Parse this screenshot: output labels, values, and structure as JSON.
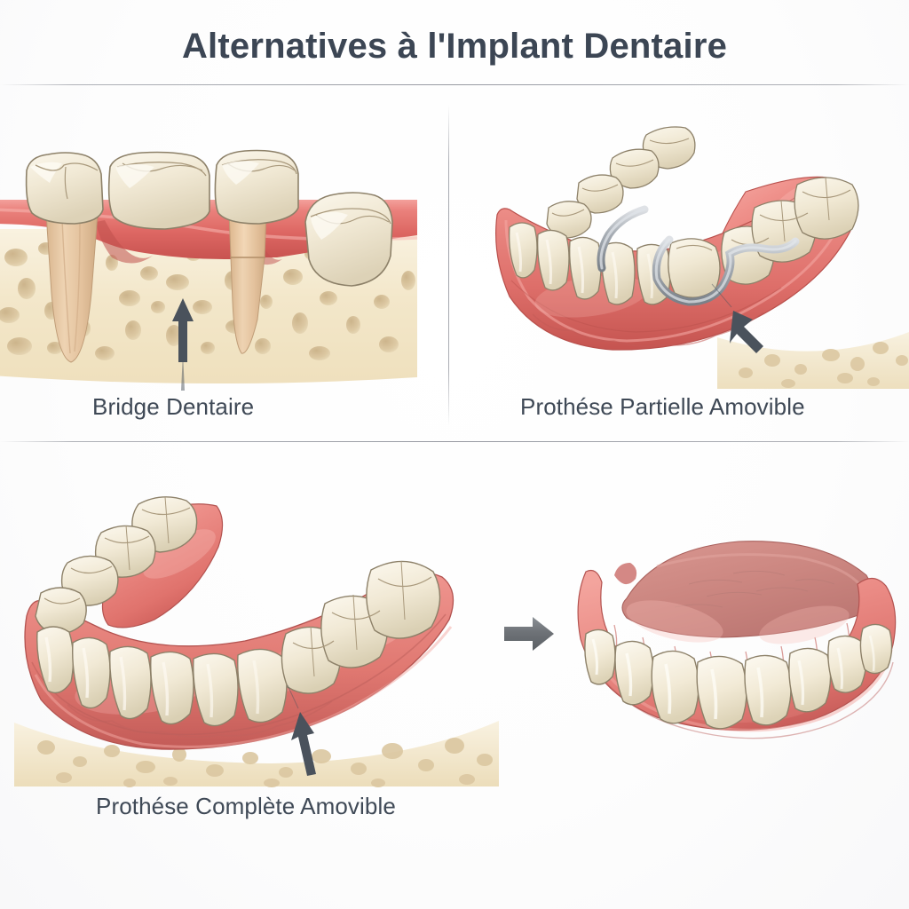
{
  "header": {
    "title": "Alternatives à l'Implant Dentaire"
  },
  "panels": [
    {
      "id": "bridge",
      "caption": "Bridge Dentaire",
      "illustration": "dental-bridge-cross-section",
      "elements": [
        "crown",
        "pontic",
        "abutment-tooth",
        "gum",
        "jaw-bone",
        "tooth-root",
        "bone-loss-arrow"
      ]
    },
    {
      "id": "partial",
      "caption": "Prothése Partielle Amovible",
      "illustration": "removable-partial-denture",
      "elements": [
        "acrylic-base",
        "denture-teeth",
        "metal-clasp",
        "gum",
        "jaw-bone",
        "bone-loss-arrow"
      ]
    },
    {
      "id": "complete",
      "caption": "Prothése Complète Amovible",
      "illustration": "lower-complete-denture",
      "elements": [
        "acrylic-base",
        "denture-teeth",
        "gum",
        "jaw-bone",
        "bone-loss-arrow"
      ]
    },
    {
      "id": "upper",
      "caption": "",
      "illustration": "upper-complete-denture",
      "elements": [
        "palate",
        "acrylic-base",
        "denture-teeth"
      ]
    }
  ],
  "arrows": {
    "bridge_pointer": "up",
    "partial_pointer": "up-left",
    "complete_pointer": "up",
    "flow_arrow": "right"
  },
  "colors": {
    "title_text": "#3c4654",
    "caption_text": "#3f4956",
    "background": "#ffffff",
    "divider": "#9a9da5",
    "gum_light": "#f0908c",
    "gum_mid": "#e4716d",
    "gum_dark": "#c9514e",
    "gum_shadow": "#a84745",
    "tooth_light": "#f7f1e2",
    "tooth_mid": "#eae0c9",
    "tooth_shadow": "#d5c8ab",
    "tooth_outline": "#8d8169",
    "bone_light": "#f7efda",
    "bone_mid": "#efe2c4",
    "bone_hole": "#dcc8a2",
    "root_light": "#e8cdae",
    "root_mid": "#d7b48f",
    "metal_light": "#c9ccd1",
    "metal_mid": "#9aa0a7",
    "metal_dark": "#6f757c",
    "arrow_dark": "#4a525c",
    "arrow_gray": "#6e7277",
    "palate": "#cf8f8a"
  }
}
